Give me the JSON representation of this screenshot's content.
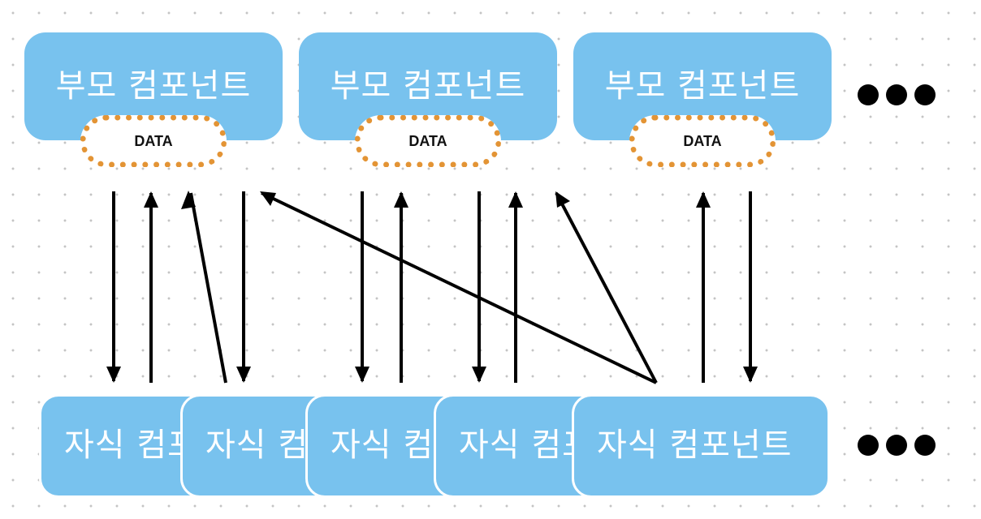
{
  "parents": [
    {
      "label": "부모 컴포넌트",
      "data_label": "DATA"
    },
    {
      "label": "부모 컴포넌트",
      "data_label": "DATA"
    },
    {
      "label": "부모 컴포넌트",
      "data_label": "DATA"
    }
  ],
  "children": [
    {
      "label": "자식 컴포넌트"
    },
    {
      "label": "자식 컴포넌트"
    },
    {
      "label": "자식 컴포넌트"
    },
    {
      "label": "자식 컴포넌트"
    },
    {
      "label": "자식 컴포넌트"
    }
  ],
  "more_indicator_icon": "ellipsis-icon",
  "colors": {
    "box": "#78c2ee",
    "data_border": "#e39435",
    "arrow": "#000000",
    "text": "#ffffff"
  }
}
